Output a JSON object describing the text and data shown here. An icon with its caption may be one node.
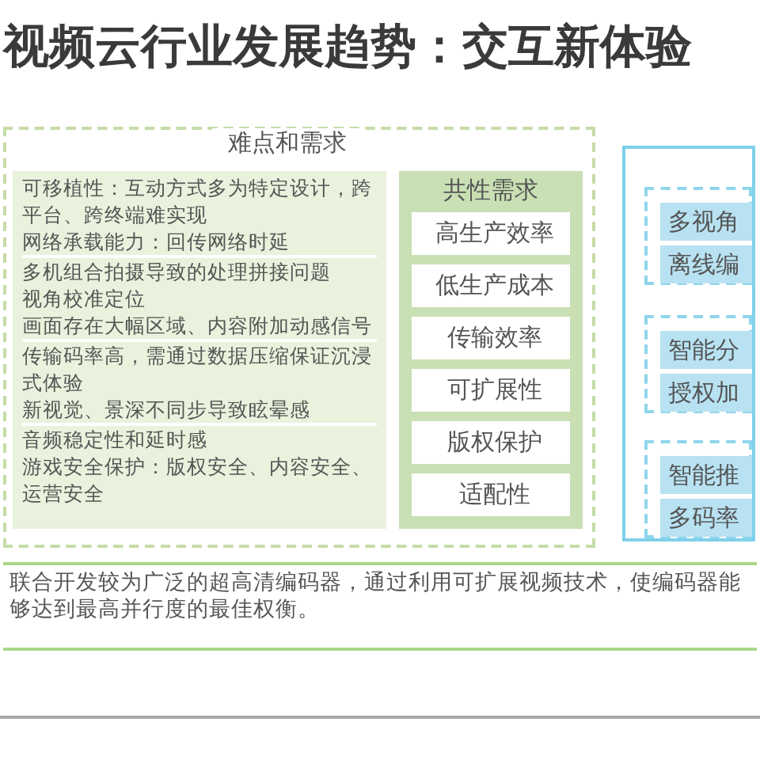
{
  "diagram": {
    "title": "视频云行业发展趋势：交互新体验",
    "nodes": [
      {
        "text": [
          "难点和需求"
        ]
      },
      {
        "text": [
          "可移植性：互动方式多为特定设计，跨平台、跨终端难实现",
          "网络承载能力：回传网络时延",
          "多机组合拍摄导致的处理拼接问题",
          "视角校准定位",
          "画面存在大幅区域、内容附加动感信号",
          "传输码率高，需通过数据压缩保证沉浸式体验",
          "新视觉、景深不同步导致眩晕感",
          "音频稳定性和延时感",
          "游戏安全保护：版权安全、内容安全、运营安全"
        ],
        "in": 0
      },
      {
        "text": [
          "共性需求"
        ],
        "in": 0
      },
      {
        "text": [
          "高生产效率"
        ],
        "in": 2
      },
      {
        "text": [
          "低生产成本"
        ],
        "in": 2
      },
      {
        "text": [
          "传输效率"
        ],
        "in": 2
      },
      {
        "text": [
          "可扩展性"
        ],
        "in": 2
      },
      {
        "text": [
          "版权保护"
        ],
        "in": 2
      },
      {
        "text": [
          "适配性"
        ],
        "in": 2
      },
      {
        "text": [],
        "shape": "box"
      },
      {
        "text": [],
        "shape": "box",
        "in": 9
      },
      {
        "text": [
          "多视角"
        ],
        "in": 10
      },
      {
        "text": [
          "离线编"
        ],
        "in": 10
      },
      {
        "text": [],
        "shape": "box",
        "in": 9
      },
      {
        "text": [
          "智能分"
        ],
        "in": 13
      },
      {
        "text": [
          "授权加"
        ],
        "in": 13
      },
      {
        "text": [],
        "shape": "box",
        "in": 9
      },
      {
        "text": [
          "智能推"
        ],
        "in": 16
      },
      {
        "text": [
          "多码率"
        ],
        "in": 16
      },
      {
        "text": [
          "联合开发较为广泛的超高清编码器，通过利用可扩展视频技术，使编码器能够达到最高并行度的最佳权衡。"
        ]
      }
    ],
    "edges": []
  }
}
